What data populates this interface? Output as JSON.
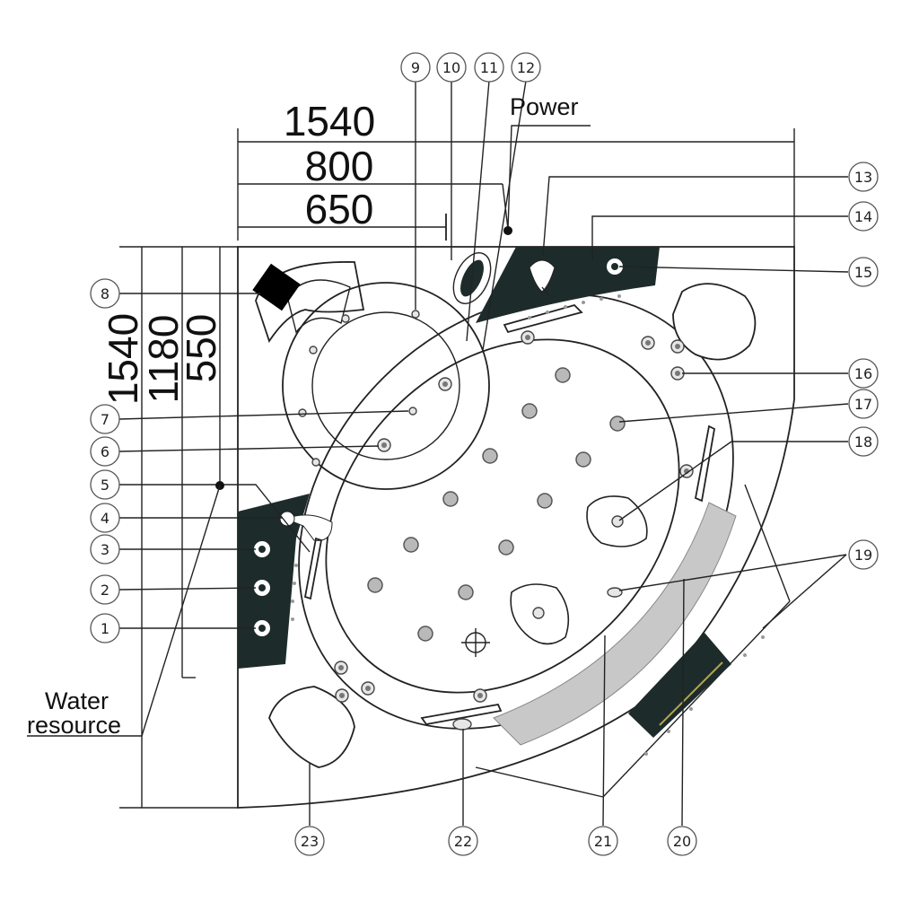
{
  "dimensions": {
    "top": [
      "1540",
      "800",
      "650"
    ],
    "left": [
      "1540",
      "1180",
      "550"
    ]
  },
  "labels": {
    "power": "Power",
    "water_resource_line1": "Water",
    "water_resource_line2": "resource"
  },
  "callouts": [
    "1",
    "2",
    "3",
    "4",
    "5",
    "6",
    "7",
    "8",
    "9",
    "10",
    "11",
    "12",
    "13",
    "14",
    "15",
    "16",
    "17",
    "18",
    "19",
    "20",
    "21",
    "22",
    "23"
  ],
  "colors": {
    "line": "#222222",
    "panel": "#1d2b2b",
    "light_strip": "#c8c8c8",
    "jet_fill": "#b9b9b9",
    "accent_strip": "#b5a54a"
  }
}
